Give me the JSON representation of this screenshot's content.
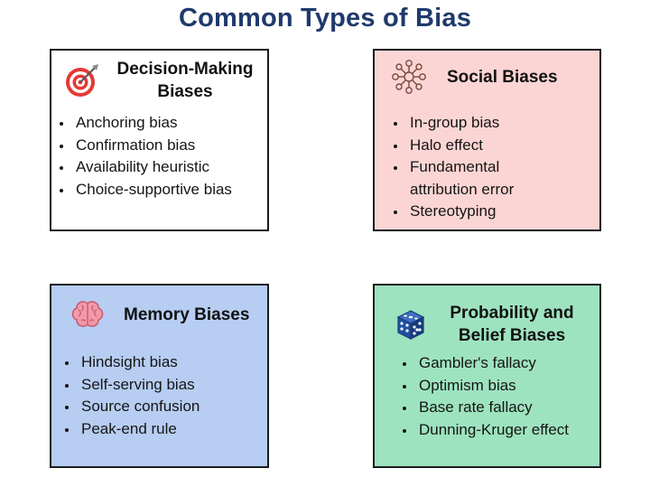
{
  "title": "Common Types of Bias",
  "cards": [
    {
      "title": "Decision-Making Biases",
      "icon": "target-icon",
      "color": "#ffffff",
      "items": [
        "Anchoring bias",
        "Confirmation bias",
        "Availability heuristic",
        "Choice-supportive bias"
      ]
    },
    {
      "title": "Social Biases",
      "icon": "people-network-icon",
      "color": "#fbd5d4",
      "items": [
        "In-group bias",
        "Halo effect",
        "Fundamental attribution error",
        "Stereotyping"
      ]
    },
    {
      "title": "Memory Biases",
      "icon": "brain-icon",
      "color": "#b7cdf1",
      "items": [
        "Hindsight bias",
        "Self-serving bias",
        "Source confusion",
        "Peak-end rule"
      ]
    },
    {
      "title": "Probability and Belief Biases",
      "icon": "dice-icon",
      "color": "#9ee3c0",
      "items": [
        "Gambler's fallacy",
        "Optimism bias",
        "Base rate fallacy",
        "Dunning-Kruger effect"
      ]
    }
  ]
}
